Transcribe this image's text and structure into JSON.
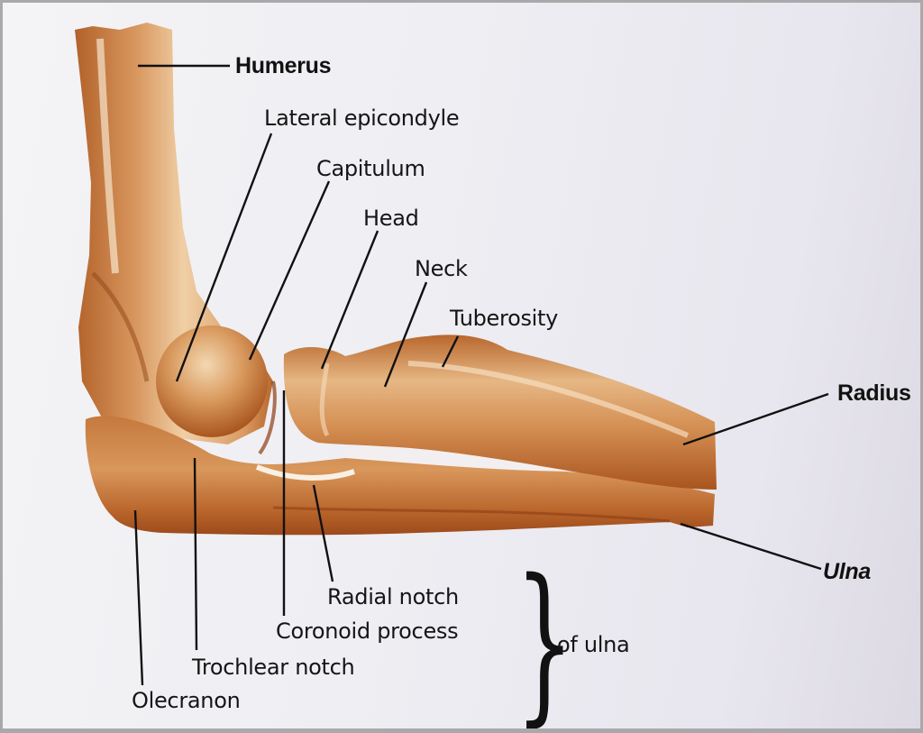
{
  "figure": {
    "subject": "Elbow joint, lateral view (humerus, radius, ulna)",
    "colors": {
      "bone_dark": "#a24f1e",
      "bone_mid": "#c87a3e",
      "bone_light": "#e9bb86",
      "highlight": "#f7e2c4",
      "background": "#efeff3",
      "leader_line": "#111111"
    }
  },
  "labels": {
    "humerus": "Humerus",
    "lateral_epicondyle": "Lateral epicondyle",
    "capitulum": "Capitulum",
    "head": "Head",
    "neck": "Neck",
    "tuberosity": "Tuberosity",
    "radius": "Radius",
    "ulna": "Ulna",
    "radial_notch": "Radial notch",
    "coronoid_process": "Coronoid process",
    "trochlear_notch": "Trochlear notch",
    "olecranon": "Olecranon",
    "of_ulna": "of ulna",
    "bracket": "}"
  }
}
